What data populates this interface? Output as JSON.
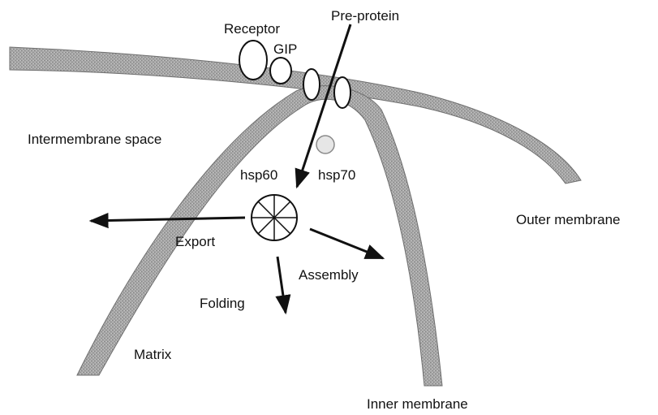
{
  "labels": {
    "pre_protein": "Pre-protein",
    "receptor": "Receptor",
    "gip": "GIP",
    "intermembrane_space": "Intermembrane space",
    "hsp70": "hsp70",
    "hsp60": "hsp60",
    "outer_membrane": "Outer membrane",
    "export": "Export",
    "assembly": "Assembly",
    "folding": "Folding",
    "matrix": "Matrix",
    "inner_membrane": "Inner membrane"
  },
  "colors": {
    "membrane_fill": "#a9a9a9",
    "membrane_stroke": "#6f6f6f",
    "line": "#111111",
    "particle_fill": "#ffffff",
    "hsp70_fill": "#e6e6e6"
  }
}
